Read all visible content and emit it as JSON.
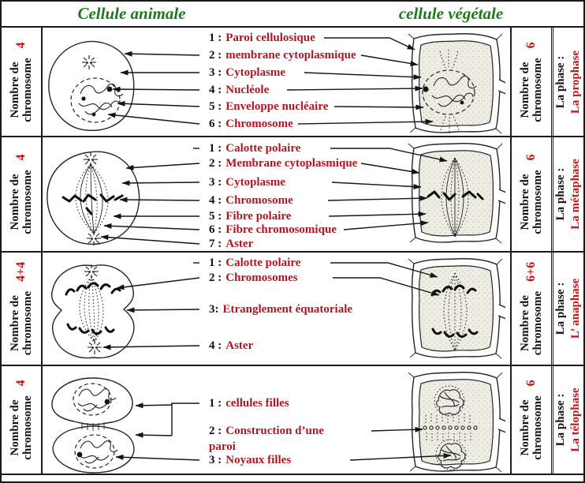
{
  "header": {
    "animal": "Cellule animale",
    "vegetal": "cellule végétale"
  },
  "labels": {
    "count_line1": "Nombre de",
    "count_line2": "chromosome",
    "phase_prefix": "La phase :"
  },
  "colors": {
    "header_green": "#1c7a1c",
    "label_red": "#b01622",
    "count_red": "#c41414",
    "line_black": "#161616"
  },
  "rows": [
    {
      "phase": "La prophase",
      "animal_count": "4",
      "vegetal_count": "6",
      "items": [
        {
          "num": "1 :",
          "text": "Paroi cellulosique"
        },
        {
          "num": "2 :",
          "text": "membrane cytoplasmique"
        },
        {
          "num": "3 :",
          "text": "Cytoplasme"
        },
        {
          "num": "4 :",
          "text": "Nucléole"
        },
        {
          "num": "5 :",
          "text": "Enveloppe nucléaire"
        },
        {
          "num": "6 :",
          "text": "Chromosome"
        }
      ]
    },
    {
      "phase": "La métaphase",
      "animal_count": "4",
      "vegetal_count": "6",
      "items": [
        {
          "num": "1 :",
          "text": "Calotte polaire"
        },
        {
          "num": "2 :",
          "text": "Membrane cytoplasmique"
        },
        {
          "num": "3 :",
          "text": "Cytoplasme"
        },
        {
          "num": "4 :",
          "text": "Chromosome"
        },
        {
          "num": "5 :",
          "text": "Fibre polaire"
        },
        {
          "num": "6 :",
          "text": "Fibre chromosomique"
        },
        {
          "num": "7 :",
          "text": "Aster"
        }
      ]
    },
    {
      "phase": "L’ anaphase",
      "animal_count": "4+4",
      "vegetal_count": "6+6",
      "items": [
        {
          "num": "1 :",
          "text": "Calotte polaire"
        },
        {
          "num": "2 :",
          "text": "Chromosomes"
        },
        {
          "num": "3:",
          "text": "Etranglement équatoriale"
        },
        {
          "num": "4 :",
          "text": "Aster"
        }
      ]
    },
    {
      "phase": "La télophase",
      "animal_count": "4",
      "vegetal_count": "6",
      "items": [
        {
          "num": "1 :",
          "text": "cellules filles"
        },
        {
          "num": "2 :",
          "text": "Construction d’une paroi"
        },
        {
          "num": "3 :",
          "text": "Noyaux filles"
        }
      ]
    }
  ]
}
